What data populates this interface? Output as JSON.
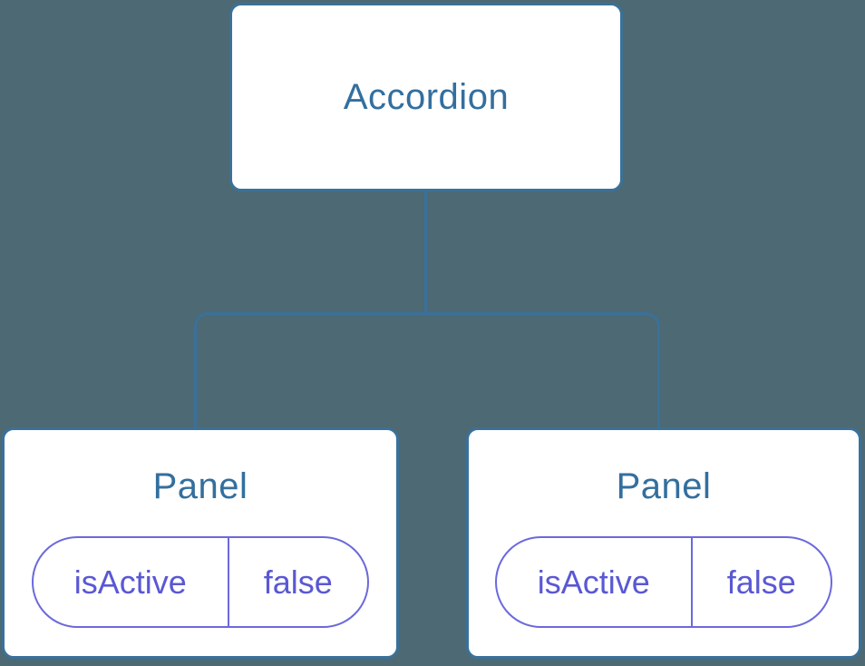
{
  "diagram": {
    "root": {
      "label": "Accordion"
    },
    "panels": [
      {
        "label": "Panel",
        "state": {
          "key": "isActive",
          "value": "false"
        }
      },
      {
        "label": "Panel",
        "state": {
          "key": "isActive",
          "value": "false"
        }
      }
    ]
  },
  "colors": {
    "background": "#4D6973",
    "node_fill": "#FFFFFF",
    "node_border": "#3A719A",
    "node_text": "#336F9E",
    "connector": "#3A719A",
    "state_border": "#6C69DC",
    "state_text": "#5A58D3"
  }
}
